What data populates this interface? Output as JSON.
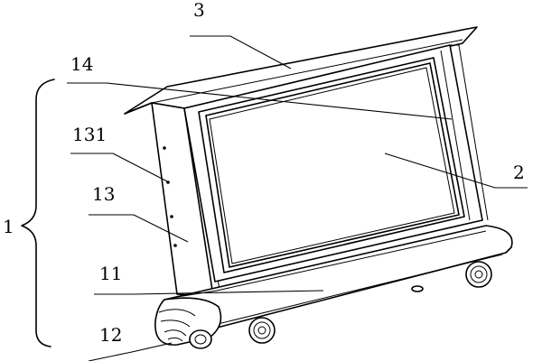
{
  "figure": {
    "callouts": {
      "housing": "1",
      "base": "11",
      "end_cap": "12",
      "side_frame": "13",
      "side_holes": "131",
      "inner_frame": "14",
      "screen": "2",
      "top_cover": "3"
    }
  }
}
